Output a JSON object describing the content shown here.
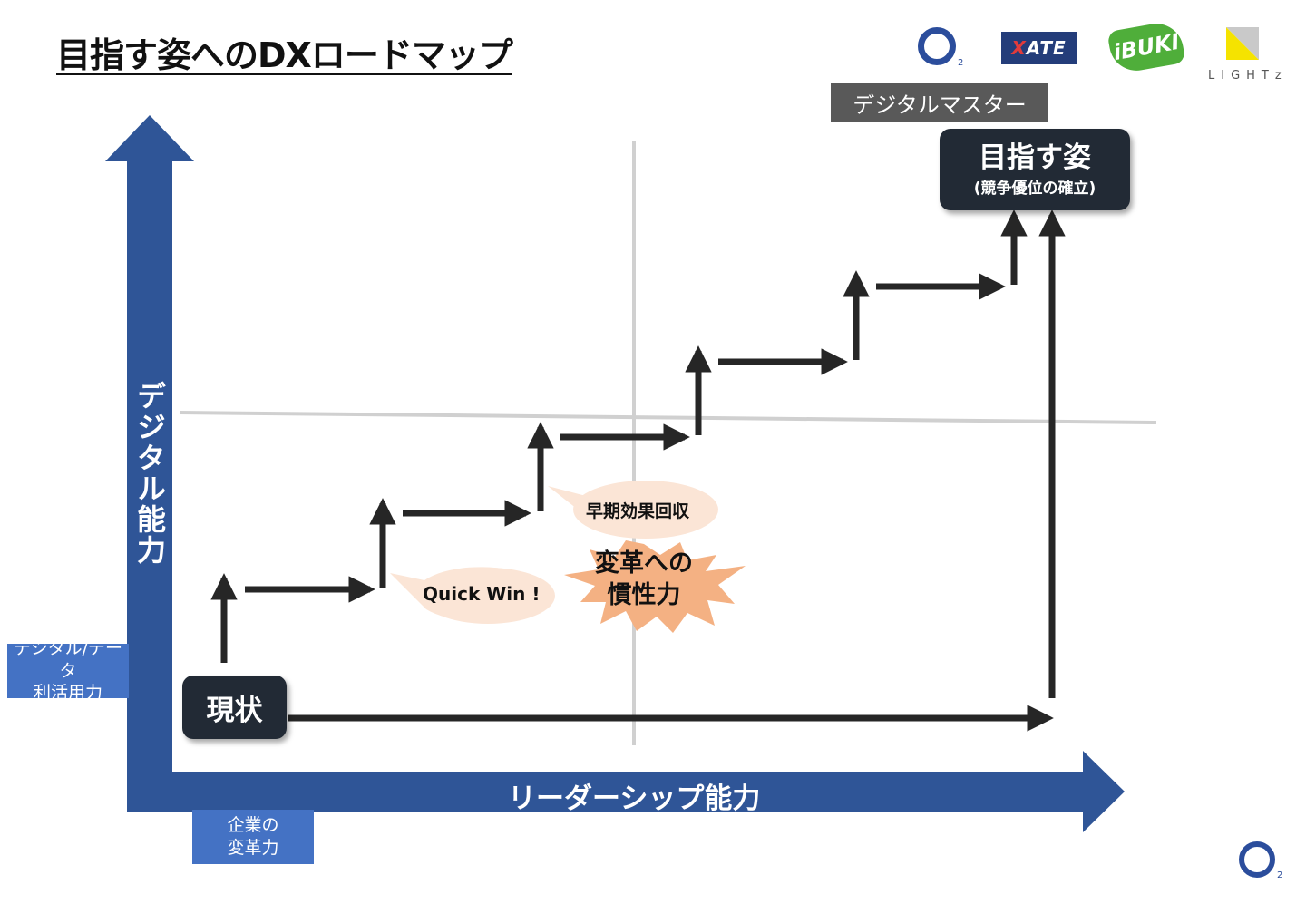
{
  "title": "目指す姿へのDXロードマップ",
  "logos": {
    "o2": {
      "name": "O",
      "sub": "2"
    },
    "xate": {
      "x": "X",
      "rest": "ATE"
    },
    "ibuki": {
      "text": "iBUKI"
    },
    "lightz": {
      "text": "LIGHTz"
    }
  },
  "digital_master": "デジタルマスター",
  "goal": {
    "title": "目指す姿",
    "subtitle": "(競争優位の確立)"
  },
  "current": "現状",
  "y_axis": {
    "label": "デジタル能力",
    "sub_label_line1": "デジタル/データ",
    "sub_label_line2": "利活用力"
  },
  "x_axis": {
    "label": "リーダーシップ能力",
    "sub_label_line1": "企業の",
    "sub_label_line2": "変革力"
  },
  "annotations": {
    "quick_win": "Quick Win !",
    "early_recovery": "早期効果回収",
    "inertia_line1": "変革への",
    "inertia_line2": "慣性力"
  },
  "colors": {
    "axis_blue": "#2f5597",
    "label_blue": "#4472c4",
    "dark_box": "#222a35",
    "arrow": "#262626",
    "bubble": "#fbe5d6",
    "starburst": "#f4b183"
  }
}
